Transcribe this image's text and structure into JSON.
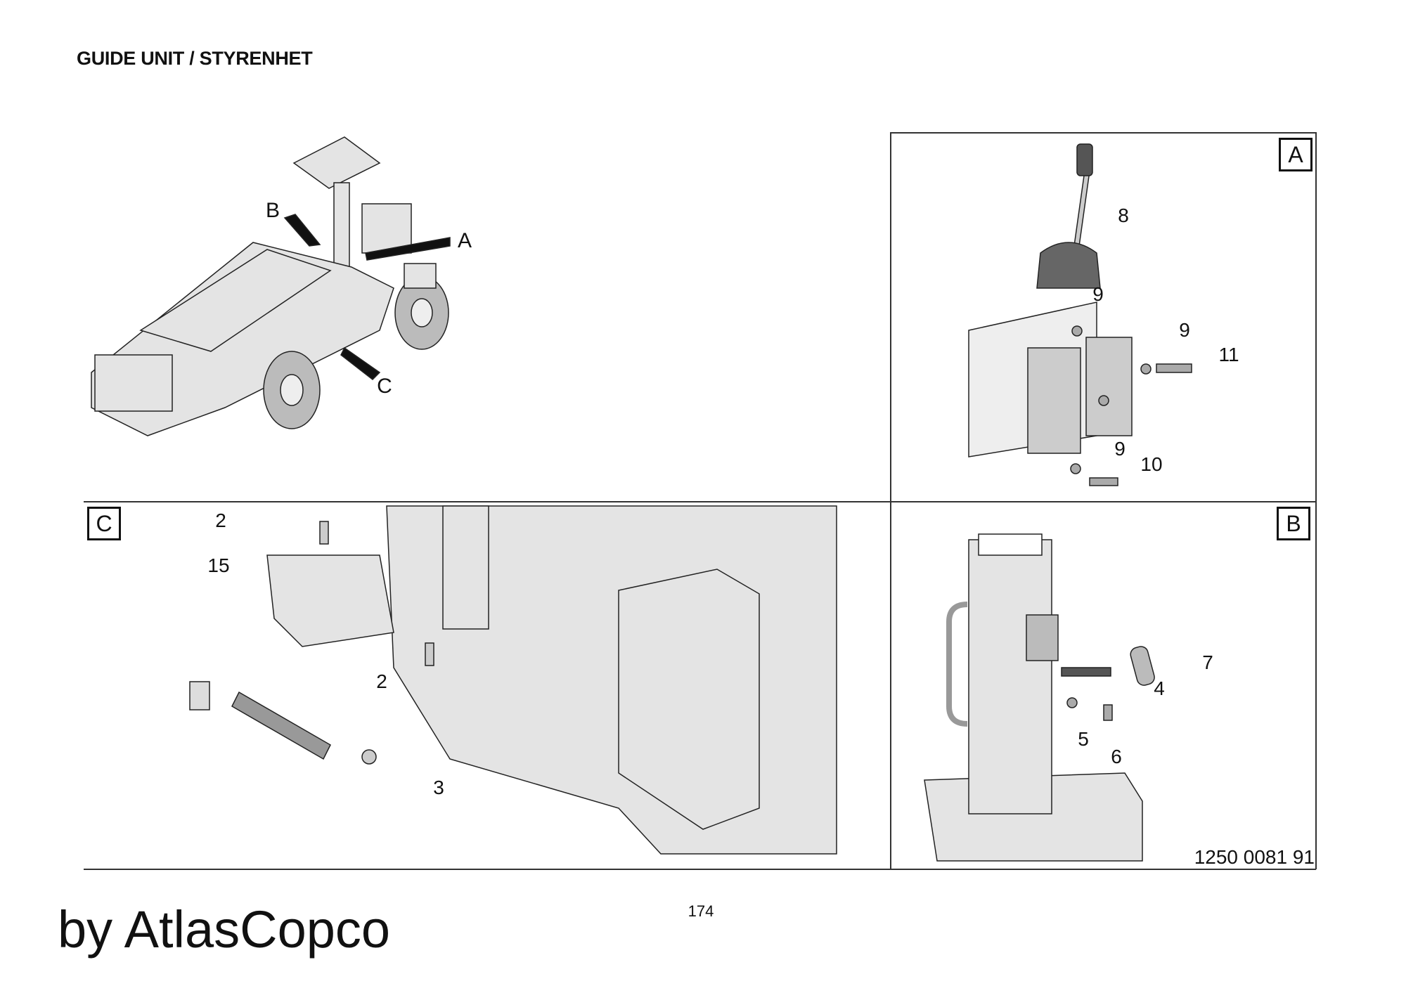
{
  "header": {
    "title": "GUIDE UNIT / STYRENHET"
  },
  "overview": {
    "callouts": [
      "B",
      "A",
      "C"
    ]
  },
  "panel_a": {
    "label": "A",
    "callouts": [
      "8",
      "9",
      "9",
      "11",
      "9",
      "10"
    ]
  },
  "panel_c": {
    "label": "C",
    "callouts": [
      "2",
      "15",
      "2",
      "3"
    ]
  },
  "panel_b": {
    "label": "B",
    "callouts": [
      "7",
      "4",
      "5",
      "6"
    ]
  },
  "part_number": "1250 0081 91",
  "footer": {
    "page_number": "174",
    "brand": "by AtlasCopco"
  }
}
